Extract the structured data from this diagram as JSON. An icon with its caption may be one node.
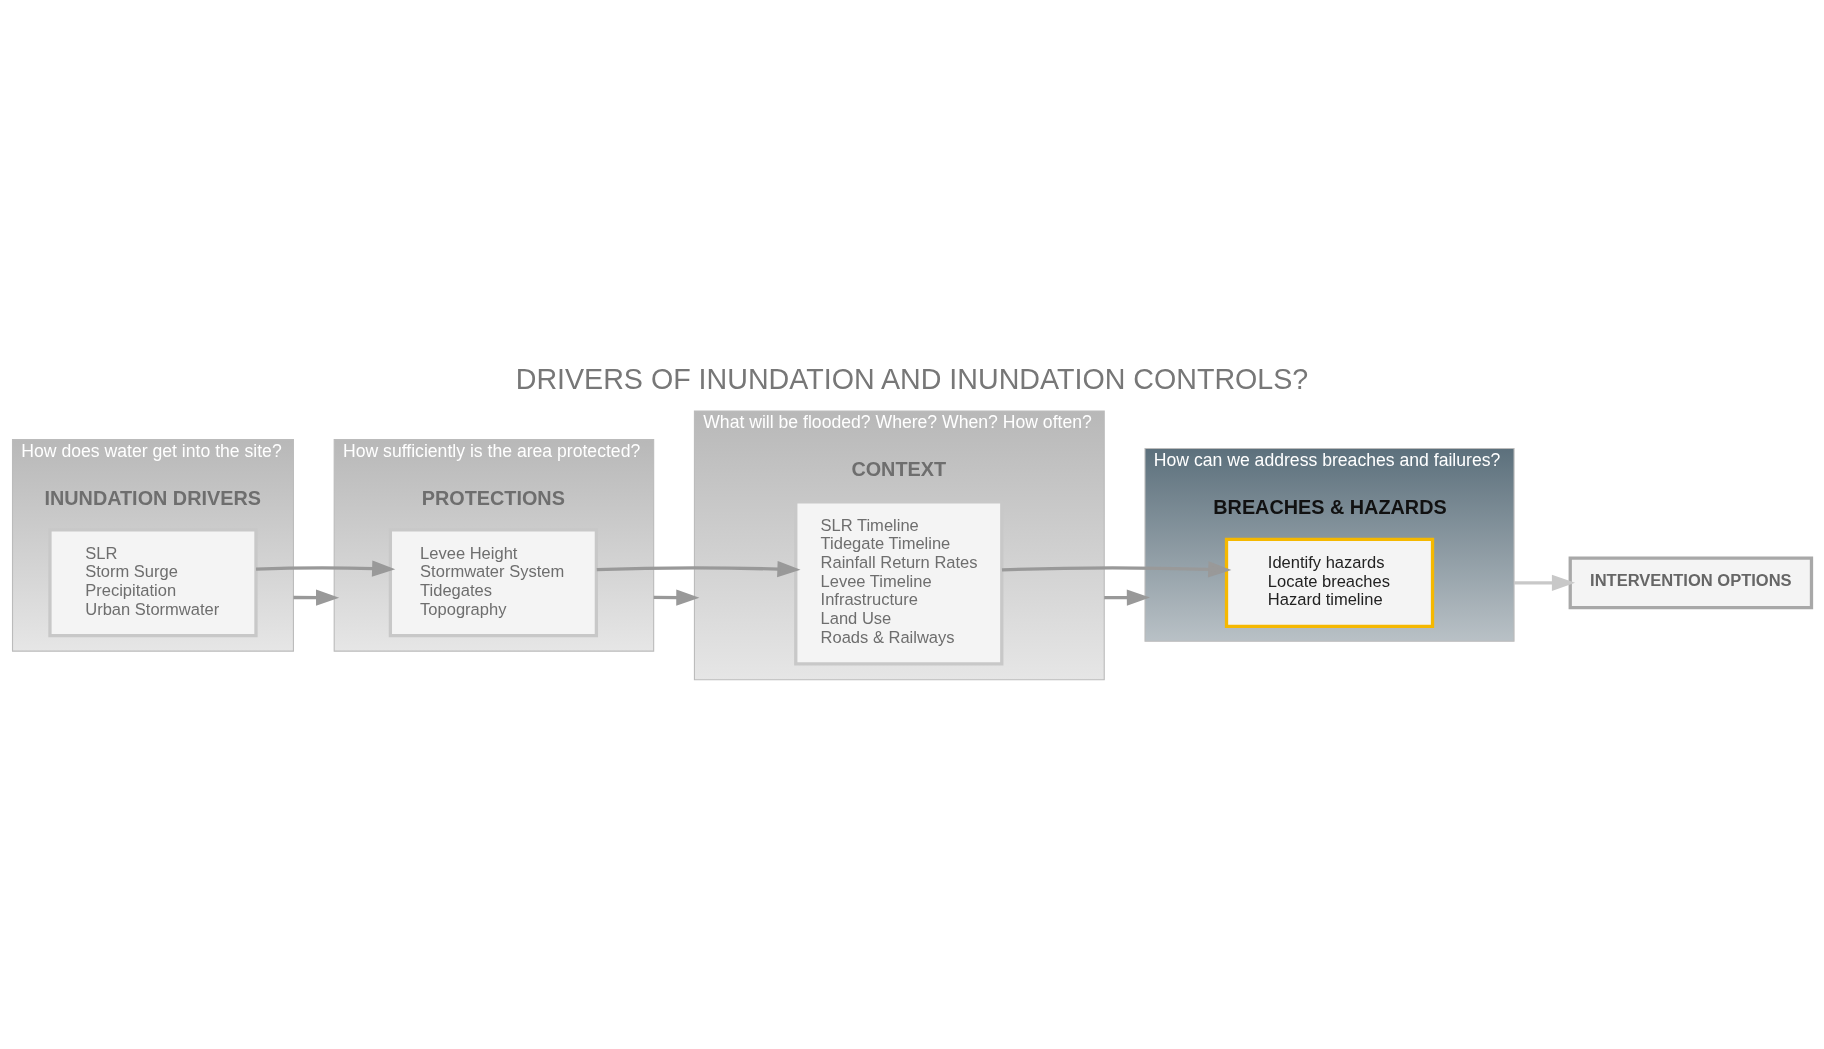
{
  "diagram": {
    "title": "DRIVERS OF INUNDATION AND INUNDATION CONTROLS?",
    "nodes": [
      {
        "text": [
          "How does water get into the site?",
          "INUNDATION DRIVERS"
        ]
      },
      {
        "text": [
          "SLR",
          "Storm Surge",
          "Precipitation",
          "Urban Stormwater"
        ],
        "in": 0
      },
      {
        "text": [
          "How sufficiently is the area protected?",
          "PROTECTIONS"
        ]
      },
      {
        "text": [
          "Levee Height",
          "Stormwater System",
          "Tidegates",
          "Topography"
        ],
        "in": 2
      },
      {
        "text": [
          "What will be flooded? Where? When? How often?",
          "CONTEXT"
        ]
      },
      {
        "text": [
          "SLR Timeline",
          "Tidegate Timeline",
          "Rainfall Return Rates",
          "Levee Timeline",
          "Infrastructure",
          "Land Use",
          "Roads & Railways"
        ],
        "in": 4
      },
      {
        "text": [
          "How can we address breaches and failures?",
          "BREACHES & HAZARDS"
        ]
      },
      {
        "text": [
          "Identify hazards",
          "Locate breaches",
          "Hazard timeline"
        ],
        "in": 6
      },
      {
        "text": [
          "INTERVENTION OPTIONS"
        ]
      }
    ],
    "edges": [
      {
        "from": 0,
        "to": 2,
        "arrow": "to"
      },
      {
        "from": 2,
        "to": 4,
        "arrow": "to"
      },
      {
        "from": 4,
        "to": 6,
        "arrow": "to"
      },
      {
        "from": 1,
        "to": 3,
        "arrow": "to"
      },
      {
        "from": 3,
        "to": 5,
        "arrow": "to"
      },
      {
        "from": 5,
        "to": 7,
        "arrow": "to"
      },
      {
        "from": 6,
        "to": 8,
        "arrow": "to",
        "color": "#c8c8c8"
      }
    ]
  }
}
